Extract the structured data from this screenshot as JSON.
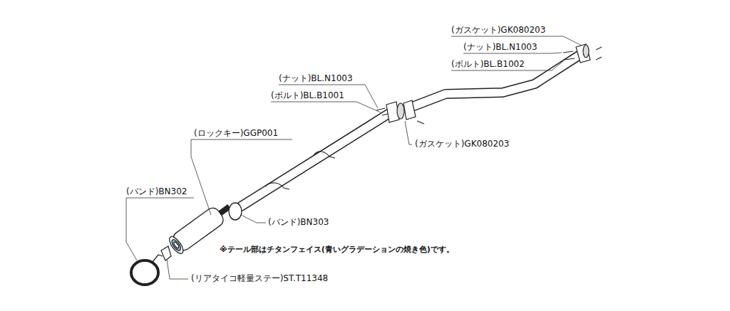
{
  "diagram": {
    "labels": [
      "(ガスケット)GK080203",
      "(ナット)BL.N1003",
      "(ボルト)BL.B1002",
      "(ナット)BL.N1003",
      "(ボルト)BL.B1001",
      "(ロックキー)GGP001",
      "(ガスケット)GK080203",
      "(バンド)BN302",
      "(バンド)BN303",
      "※テール部はチタンフェイス(青いグラデーションの焼き色)です。",
      "(リアタイコ軽量ステー)ST.T11348"
    ]
  }
}
